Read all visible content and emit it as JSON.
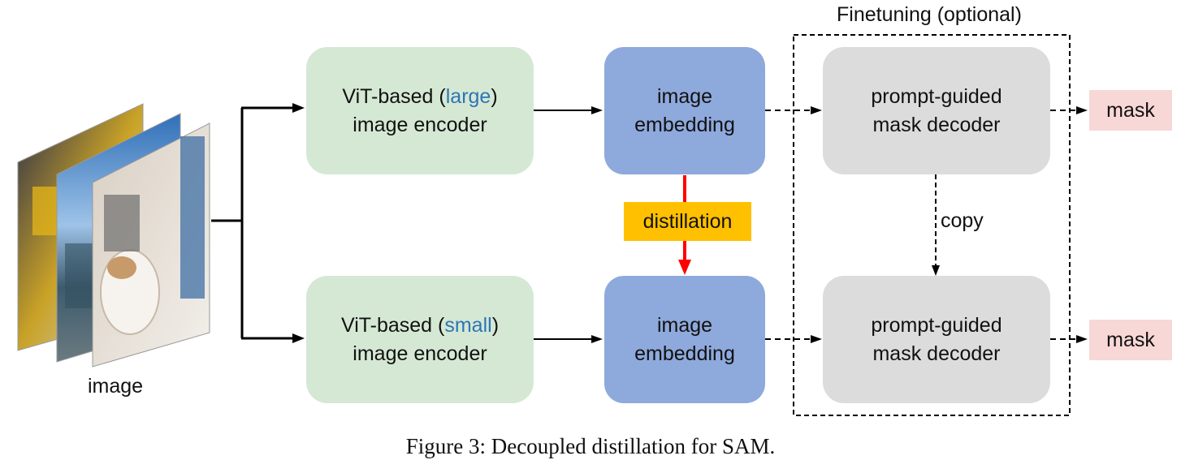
{
  "input": {
    "label": "image"
  },
  "top": {
    "encoder": {
      "line1_prefix": "ViT-based (",
      "line1_highlight": "large",
      "line1_suffix": ")",
      "line2": "image encoder"
    },
    "embedding": {
      "line1": "image",
      "line2": "embedding"
    },
    "decoder": {
      "line1": "prompt-guided",
      "line2": "mask decoder"
    },
    "output": "mask"
  },
  "bottom": {
    "encoder": {
      "line1_prefix": "ViT-based (",
      "line1_highlight": "small",
      "line1_suffix": ")",
      "line2": "image encoder"
    },
    "embedding": {
      "line1": "image",
      "line2": "embedding"
    },
    "decoder": {
      "line1": "prompt-guided",
      "line2": "mask decoder"
    },
    "output": "mask"
  },
  "distillation_label": "distillation",
  "copy_label": "copy",
  "finetuning_label": "Finetuning (optional)",
  "caption": "Figure 3: Decoupled distillation for SAM.",
  "colors": {
    "encoder_fill": "#d5e8d4",
    "embedding_fill": "#8ea9dc",
    "decoder_fill": "#dcdcdc",
    "mask_fill": "#f8d7d7",
    "distillation_fill": "#ffc000",
    "distillation_arrow": "#ff0000",
    "highlight_text": "#2e75b6"
  }
}
